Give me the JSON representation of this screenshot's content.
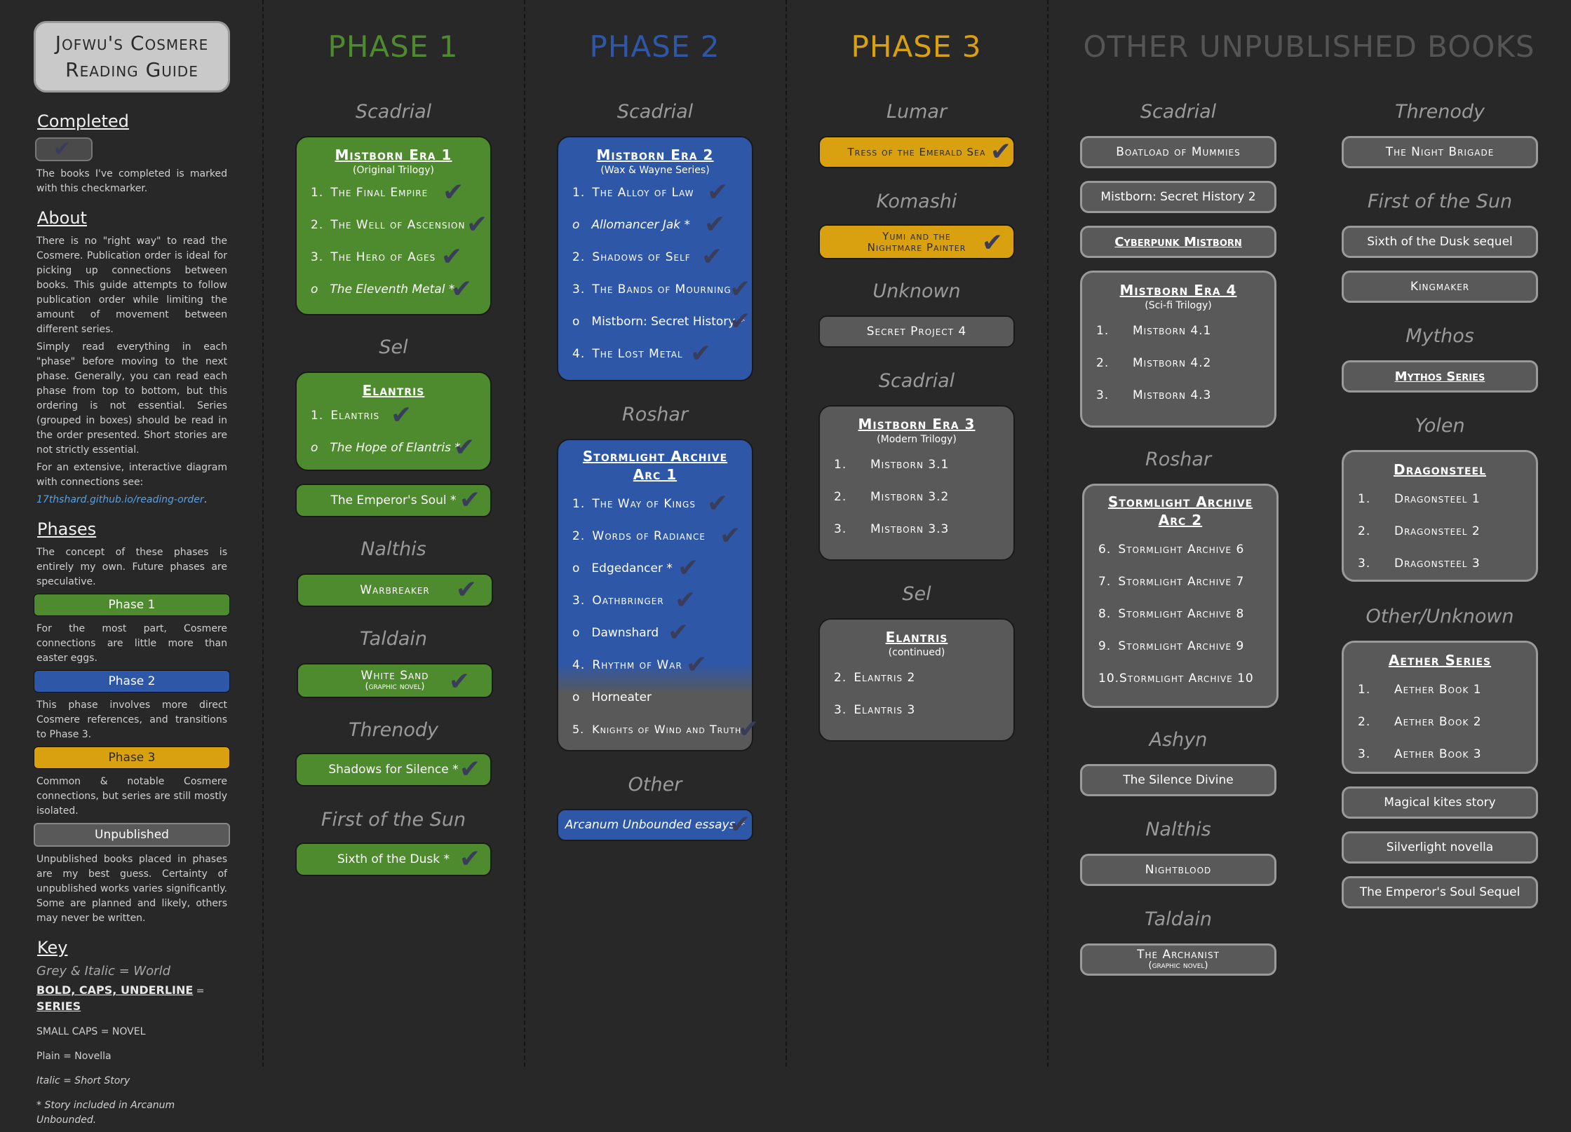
{
  "title": "Jofwu's Cosmere Reading Guide",
  "sidebar": {
    "completed": {
      "heading": "Completed",
      "text": "The books I've completed is marked with this checkmarker."
    },
    "about": {
      "heading": "About",
      "p1": "There is no \"right way\" to read the Cosmere. Publication order is ideal for picking up connections between books. This guide attempts to follow publication order while limiting the amount of movement between different series.",
      "p2": "Simply read everything in each \"phase\" before moving to the next phase. Generally, you can read each phase from top to bottom, but this ordering is not essential. Series (grouped in boxes) should be read in the order presented. Short stories are not strictly essential.",
      "p3": "For an extensive, interactive diagram with connections see:",
      "link": "17thshard.github.io/reading-order"
    },
    "phases": {
      "heading": "Phases",
      "intro": "The concept of these phases is entirely my own. Future phases are speculative.",
      "phase1": "Phase 1",
      "phase1_desc": "For the most part, Cosmere connections are little more than easter eggs.",
      "phase2": "Phase 2",
      "phase2_desc": "This phase involves more direct Cosmere references, and transitions to Phase 3.",
      "phase3": "Phase 3",
      "phase3_desc": "Common & notable Cosmere connections, but series are still mostly isolated.",
      "unpub": "Unpublished",
      "unpub_desc": "Unpublished books placed in phases are my best guess. Certainty of unpublished works varies significantly. Some are planned and likely, others may never be written."
    },
    "key": {
      "heading": "Key",
      "world": "Grey & Italic = World",
      "series_a": "BOLD, CAPS, UNDERLINE",
      "series_eq": " = ",
      "series_b": "SERIES",
      "novel": "SMALL CAPS = NOVEL",
      "novella": "Plain = Novella",
      "short": "Italic = Short Story",
      "arcanum_a": "* Story included in ",
      "arcanum_b": "Arcanum Unbounded",
      "arcanum_c": "."
    }
  },
  "columns": {
    "phase1": "PHASE 1",
    "phase2": "PHASE 2",
    "phase3": "PHASE 3",
    "other": "OTHER UNPUBLISHED BOOKS"
  },
  "colors": {
    "phase1": "#4e8a2e",
    "phase2": "#2e57a8",
    "phase3": "#d9a10f",
    "unpublished": "#595959"
  },
  "icons": {
    "check": "✔"
  },
  "p1": {
    "w_scadrial": "Scadrial",
    "mb1": {
      "title": "Mistborn Era 1",
      "sub": "(Original Trilogy)",
      "items": [
        [
          "1.",
          "The Final Empire"
        ],
        [
          "2.",
          "The Well of Ascension"
        ],
        [
          "3.",
          "The Hero of Ages"
        ],
        [
          "o",
          "The Eleventh Metal *"
        ]
      ]
    },
    "w_sel": "Sel",
    "elantris": {
      "title": "Elantris",
      "items": [
        [
          "1.",
          "Elantris"
        ],
        [
          "o",
          "The Hope of Elantris *"
        ]
      ]
    },
    "emperor": "The Emperor's Soul *",
    "w_nalthis": "Nalthis",
    "warbreaker": "Warbreaker",
    "w_taldain": "Taldain",
    "whitesand": "White Sand",
    "whitesand_sub": "(graphic novel)",
    "w_threnody": "Threnody",
    "shadows": "Shadows for Silence *",
    "w_fots": "First of the Sun",
    "sixth": "Sixth of the Dusk *"
  },
  "p2": {
    "w_scadrial": "Scadrial",
    "mb2": {
      "title": "Mistborn Era 2",
      "sub": "(Wax & Wayne Series)",
      "items": [
        [
          "1.",
          "The Alloy of Law"
        ],
        [
          "o",
          "Allomancer Jak *"
        ],
        [
          "2.",
          "Shadows of Self"
        ],
        [
          "3.",
          "The Bands of Mourning"
        ],
        [
          "o",
          "Mistborn: Secret History *"
        ],
        [
          "4.",
          "The Lost Metal"
        ]
      ]
    },
    "w_roshar": "Roshar",
    "sa1": {
      "title1": "Stormlight Archive",
      "title2": "Arc 1",
      "items": [
        [
          "1.",
          "The Way of Kings"
        ],
        [
          "2.",
          "Words of Radiance"
        ],
        [
          "o",
          "Edgedancer *"
        ],
        [
          "3.",
          "Oathbringer"
        ],
        [
          "o",
          "Dawnshard"
        ],
        [
          "4.",
          "Rhythm of War"
        ],
        [
          "o",
          "Horneater"
        ],
        [
          "5.",
          "Knights of Wind and Truth"
        ]
      ]
    },
    "w_other": "Other",
    "arcanum": "Arcanum Unbounded essays *"
  },
  "p3": {
    "w_lumar": "Lumar",
    "tress": "Tress of the Emerald Sea",
    "w_komashi": "Komashi",
    "yumi1": "Yumi and the",
    "yumi2": "Nightmare Painter",
    "w_unknown": "Unknown",
    "secret4": "Secret Project 4",
    "w_scadrial": "Scadrial",
    "mb3": {
      "title": "Mistborn Era 3",
      "sub": "(Modern Trilogy)",
      "items": [
        [
          "1.",
          "Mistborn 3.1"
        ],
        [
          "2.",
          "Mistborn 3.2"
        ],
        [
          "3.",
          "Mistborn 3.3"
        ]
      ]
    },
    "w_sel": "Sel",
    "elantris": {
      "title": "Elantris",
      "sub": "(continued)",
      "items": [
        [
          "2.",
          "Elantris 2"
        ],
        [
          "3.",
          "Elantris 3"
        ]
      ]
    }
  },
  "oa": {
    "w_scadrial": "Scadrial",
    "mummies": "Boatload of Mummies",
    "msh2": "Mistborn: Secret History 2",
    "cyberpunk": "Cyberpunk Mistborn",
    "mb4": {
      "title": "Mistborn Era 4",
      "sub": "(Sci-fi Trilogy)",
      "items": [
        [
          "1.",
          "Mistborn 4.1"
        ],
        [
          "2.",
          "Mistborn 4.2"
        ],
        [
          "3.",
          "Mistborn 4.3"
        ]
      ]
    },
    "w_roshar": "Roshar",
    "sa2": {
      "title1": "Stormlight Archive",
      "title2": "Arc 2",
      "items": [
        [
          "6.",
          "Stormlight Archive 6"
        ],
        [
          "7.",
          "Stormlight Archive 7"
        ],
        [
          "8.",
          "Stormlight Archive 8"
        ],
        [
          "9.",
          "Stormlight Archive 9"
        ],
        [
          "10.",
          "Stormlight Archive 10"
        ]
      ]
    },
    "w_ashyn": "Ashyn",
    "silence": "The Silence Divine",
    "w_nalthis": "Nalthis",
    "nightblood": "Nightblood",
    "w_taldain": "Taldain",
    "archanist": "The Archanist",
    "archanist_sub": "(graphic novel)"
  },
  "ob": {
    "w_threnody": "Threnody",
    "nightbrigade": "The Night Brigade",
    "w_fots": "First of the Sun",
    "sixthseq": "Sixth of the Dusk sequel",
    "kingmaker": "Kingmaker",
    "w_mythos": "Mythos",
    "mythos": "Mythos Series",
    "w_yolen": "Yolen",
    "dragonsteel": {
      "title": "Dragonsteel",
      "items": [
        [
          "1.",
          "Dragonsteel 1"
        ],
        [
          "2.",
          "Dragonsteel 2"
        ],
        [
          "3.",
          "Dragonsteel 3"
        ]
      ]
    },
    "w_other": "Other/Unknown",
    "aether": {
      "title": "Aether Series",
      "items": [
        [
          "1.",
          "Aether Book 1"
        ],
        [
          "2.",
          "Aether Book 2"
        ],
        [
          "3.",
          "Aether Book 3"
        ]
      ]
    },
    "kites": "Magical kites story",
    "silverlight": "Silverlight novella",
    "emperorseq": "The Emperor's Soul Sequel"
  }
}
